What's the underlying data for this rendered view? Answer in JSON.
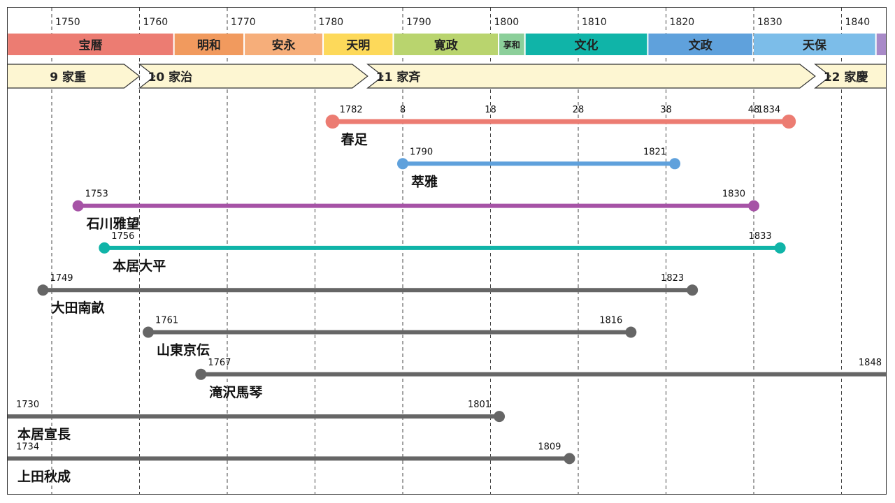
{
  "axis": {
    "start_year": 1745,
    "end_year": 1846,
    "tick_years": [
      1750,
      1760,
      1770,
      1780,
      1790,
      1800,
      1810,
      1820,
      1830,
      1840
    ],
    "tick_labels": [
      "1750",
      "1760",
      "1770",
      "1780",
      "1790",
      "1800",
      "1810",
      "1820",
      "1830",
      "1840"
    ]
  },
  "eras": [
    {
      "name": "宝暦",
      "start": 1745,
      "end": 1764,
      "color": "#ec7c72"
    },
    {
      "name": "明和",
      "start": 1764,
      "end": 1772,
      "color": "#f19a5e"
    },
    {
      "name": "安永",
      "start": 1772,
      "end": 1781,
      "color": "#f6ae7a"
    },
    {
      "name": "天明",
      "start": 1781,
      "end": 1789,
      "color": "#fdd95a"
    },
    {
      "name": "寛政",
      "start": 1789,
      "end": 1801,
      "color": "#b9d46e"
    },
    {
      "name": "享和",
      "start": 1801,
      "end": 1804,
      "color": "#8ccf9a"
    },
    {
      "name": "文化",
      "start": 1804,
      "end": 1818,
      "color": "#10b4a8"
    },
    {
      "name": "文政",
      "start": 1818,
      "end": 1830,
      "color": "#5fa1dc"
    },
    {
      "name": "天保",
      "start": 1830,
      "end": 1844,
      "color": "#7cbde9"
    },
    {
      "name": "",
      "start": 1844,
      "end": 1846,
      "color": "#a88ac8"
    }
  ],
  "shoguns": [
    {
      "label": "9 家重",
      "start": 1745,
      "end": 1760
    },
    {
      "label": "10 家治",
      "start": 1760,
      "end": 1786
    },
    {
      "label": "11 家斉",
      "start": 1786,
      "end": 1837
    },
    {
      "label": "12 家慶",
      "start": 1837,
      "end": 1846
    }
  ],
  "lifespans": [
    {
      "name": "春足",
      "start": 1782,
      "end": 1834,
      "start_label": "1782",
      "end_label": "1834",
      "color": "#ec7c72",
      "age_marks": [
        {
          "year": 1790,
          "label": "8"
        },
        {
          "year": 1800,
          "label": "18"
        },
        {
          "year": 1810,
          "label": "28"
        },
        {
          "year": 1820,
          "label": "38"
        },
        {
          "year": 1830,
          "label": "48"
        }
      ]
    },
    {
      "name": "萃雅",
      "start": 1790,
      "end": 1821,
      "start_label": "1790",
      "end_label": "1821",
      "color": "#5fa1dc",
      "age_marks": []
    },
    {
      "name": "石川雅望",
      "start": 1753,
      "end": 1830,
      "start_label": "1753",
      "end_label": "1830",
      "color": "#a653a6",
      "age_marks": []
    },
    {
      "name": "本居大平",
      "start": 1756,
      "end": 1833,
      "start_label": "1756",
      "end_label": "1833",
      "color": "#10b4a8",
      "age_marks": []
    },
    {
      "name": "大田南畝",
      "start": 1749,
      "end": 1823,
      "start_label": "1749",
      "end_label": "1823",
      "color": "#666666",
      "age_marks": []
    },
    {
      "name": "山東京伝",
      "start": 1761,
      "end": 1816,
      "start_label": "1761",
      "end_label": "1816",
      "color": "#666666",
      "age_marks": []
    },
    {
      "name": "滝沢馬琴",
      "start": 1767,
      "end": 1848,
      "start_label": "1767",
      "end_label": "1848",
      "color": "#666666",
      "age_marks": []
    },
    {
      "name": "本居宣長",
      "start": 1730,
      "end": 1801,
      "start_label": "1730",
      "end_label": "1801",
      "color": "#666666",
      "age_marks": []
    },
    {
      "name": "上田秋成",
      "start": 1734,
      "end": 1809,
      "start_label": "1734",
      "end_label": "1809",
      "color": "#666666",
      "age_marks": []
    }
  ]
}
